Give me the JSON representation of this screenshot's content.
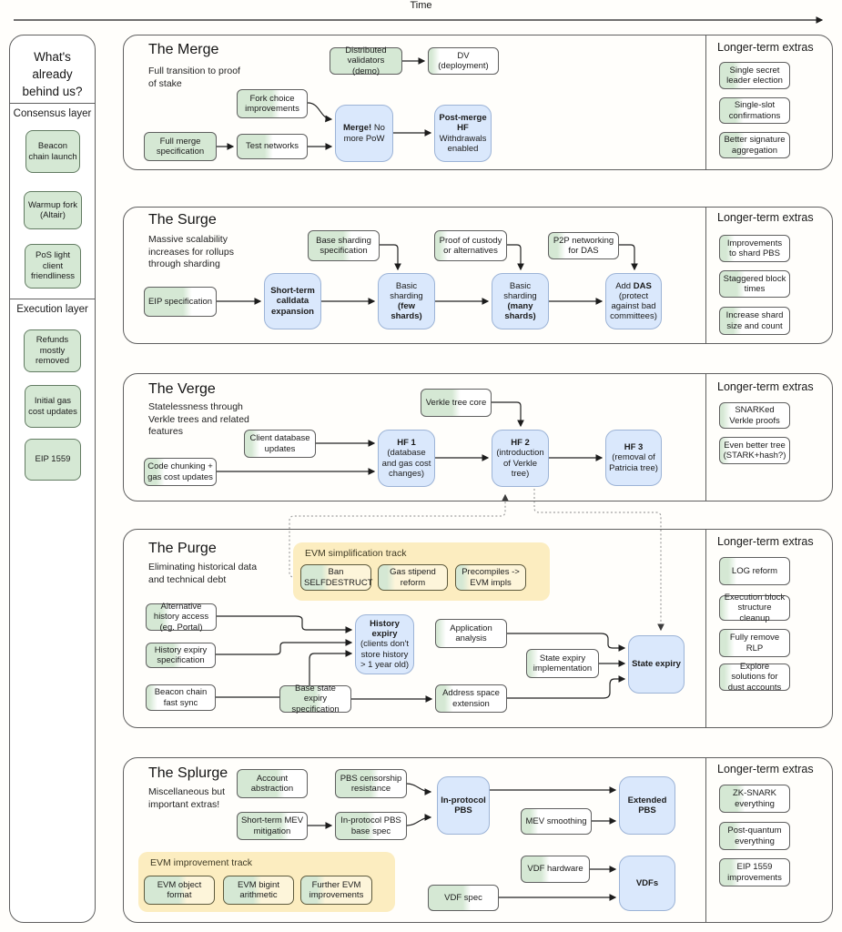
{
  "time_label": "Time",
  "colors": {
    "done_green": "#d5e8d4",
    "milestone_blue": "#dae8fc",
    "track_yellow": "#fcedc0",
    "track_item_yellow": "#fdf5da",
    "line_gray": "#5f5f5f"
  },
  "sidebar": {
    "title": "What's already behind us?",
    "groups": [
      {
        "label": "Consensus layer",
        "items": [
          "Beacon chain launch",
          "Warmup fork (Altair)",
          "PoS light client friendliness"
        ]
      },
      {
        "label": "Execution layer",
        "items": [
          "Refunds mostly removed",
          "Initial gas cost updates",
          "EIP 1559"
        ]
      }
    ]
  },
  "sections": [
    {
      "id": "merge",
      "title": "The Merge",
      "subtitle": "Full transition to proof of stake",
      "extras_title": "Longer-term extras",
      "extras": [
        {
          "label": "Single secret leader election",
          "progress": 25
        },
        {
          "label": "Single-slot confirmations",
          "progress": 28
        },
        {
          "label": "Better signature aggregation",
          "progress": 30
        }
      ],
      "tracks": [],
      "nodes": [
        {
          "id": "dv_demo",
          "label": "Distributed validators (demo)",
          "progress": 100,
          "kind": "task"
        },
        {
          "id": "dv_deploy",
          "label": "DV (deployment)",
          "progress": 10,
          "kind": "task"
        },
        {
          "id": "fork_choice",
          "label": "Fork choice improvements",
          "progress": 55,
          "kind": "task"
        },
        {
          "id": "full_merge_spec",
          "label": "Full merge specification",
          "progress": 100,
          "kind": "task"
        },
        {
          "id": "test_networks",
          "label": "Test networks",
          "progress": 45,
          "kind": "task"
        },
        {
          "id": "merge_box",
          "strong": "Merge!",
          "post": "No more PoW",
          "kind": "milestone"
        },
        {
          "id": "postmerge_hf",
          "strong": "Post-merge HF",
          "post": "Withdrawals enabled",
          "kind": "milestone"
        }
      ]
    },
    {
      "id": "surge",
      "title": "The Surge",
      "subtitle": "Massive scalability increases for rollups through sharding",
      "extras_title": "Longer-term extras",
      "extras": [
        {
          "label": "Improvements to shard PBS",
          "progress": 15
        },
        {
          "label": "Staggered block times",
          "progress": 30
        },
        {
          "label": "Increase shard size and count",
          "progress": 25
        }
      ],
      "tracks": [],
      "nodes": [
        {
          "id": "eip_spec",
          "label": "EIP specification",
          "progress": 60,
          "kind": "task"
        },
        {
          "id": "shortterm_calldata",
          "strong": "Short-term calldata expansion",
          "kind": "milestone"
        },
        {
          "id": "base_sharding_spec",
          "label": "Base sharding specification",
          "progress": 55,
          "kind": "task"
        },
        {
          "id": "basic_few",
          "label": "Basic sharding",
          "strong": "(few shards)",
          "kind": "milestone"
        },
        {
          "id": "proof_custody",
          "label": "Proof of custody or alternatives",
          "progress": 12,
          "kind": "task"
        },
        {
          "id": "basic_many",
          "label": "Basic sharding",
          "strong": "(many shards)",
          "kind": "milestone"
        },
        {
          "id": "p2p_das",
          "label": "P2P networking for DAS",
          "progress": 18,
          "kind": "task"
        },
        {
          "id": "add_das",
          "label": "Add",
          "strong": "DAS",
          "post": "(protect against bad committees)",
          "kind": "milestone"
        }
      ]
    },
    {
      "id": "verge",
      "title": "The Verge",
      "subtitle": "Statelessness through Verkle trees and related features",
      "extras_title": "Longer-term extras",
      "extras": [
        {
          "label": "SNARKed Verkle proofs",
          "progress": 10
        },
        {
          "label": "Even better tree (STARK+hash?)",
          "progress": 8
        }
      ],
      "tracks": [],
      "nodes": [
        {
          "id": "verkle_core",
          "label": "Verkle tree core",
          "progress": 50,
          "kind": "task"
        },
        {
          "id": "client_db",
          "label": "Client database updates",
          "progress": 15,
          "kind": "task"
        },
        {
          "id": "code_chunking",
          "label": "Code chunking + gas cost updates",
          "progress": 22,
          "kind": "task"
        },
        {
          "id": "hf1",
          "strong": "HF 1",
          "post": "(database and gas cost changes)",
          "kind": "milestone"
        },
        {
          "id": "hf2",
          "strong": "HF 2",
          "post": "(introduction of Verkle tree)",
          "kind": "milestone"
        },
        {
          "id": "hf3",
          "strong": "HF 3",
          "post": "(removal of Patricia tree)",
          "kind": "milestone"
        }
      ]
    },
    {
      "id": "purge",
      "title": "The Purge",
      "subtitle": "Eliminating historical data and technical debt",
      "extras_title": "Longer-term extras",
      "extras": [
        {
          "label": "LOG reform",
          "progress": 18
        },
        {
          "label": "Execution block structure cleanup",
          "progress": 8
        },
        {
          "label": "Fully remove RLP",
          "progress": 15
        },
        {
          "label": "Explore solutions for dust accounts",
          "progress": 12
        }
      ],
      "tracks": [
        {
          "label": "EVM simplification track"
        }
      ],
      "nodes": [
        {
          "id": "ban_selfdestruct",
          "label": "Ban SELFDESTRUCT",
          "progress": 35,
          "kind": "track"
        },
        {
          "id": "gas_stipend",
          "label": "Gas stipend reform",
          "progress": 18,
          "kind": "track"
        },
        {
          "id": "precompiles",
          "label": "Precompiles -> EVM impls",
          "progress": 15,
          "kind": "track"
        },
        {
          "id": "alt_history",
          "label": "Alternative history access (eg. Portal)",
          "progress": 28,
          "kind": "task"
        },
        {
          "id": "history_expiry_spec",
          "label": "History expiry specification",
          "progress": 45,
          "kind": "task"
        },
        {
          "id": "beacon_fast_sync",
          "label": "Beacon chain fast sync",
          "progress": 10,
          "kind": "task"
        },
        {
          "id": "history_expiry",
          "strong": "History expiry",
          "post": "(clients don't store history > 1 year old)",
          "kind": "milestone"
        },
        {
          "id": "base_state_spec",
          "label": "Base state expiry specification",
          "progress": 55,
          "kind": "task"
        },
        {
          "id": "app_analysis",
          "label": "Application analysis",
          "progress": 8,
          "kind": "task"
        },
        {
          "id": "state_expiry_impl",
          "label": "State expiry implementation",
          "progress": 10,
          "kind": "task"
        },
        {
          "id": "address_space",
          "label": "Address space extension",
          "progress": 18,
          "kind": "task"
        },
        {
          "id": "state_expiry",
          "strong": "State expiry",
          "kind": "milestone"
        }
      ]
    },
    {
      "id": "splurge",
      "title": "The Splurge",
      "subtitle": "Miscellaneous but important extras!",
      "extras_title": "Longer-term extras",
      "extras": [
        {
          "label": "ZK-SNARK everything",
          "progress": 30
        },
        {
          "label": "Post-quantum everything",
          "progress": 25
        },
        {
          "label": "EIP 1559 improvements",
          "progress": 22
        }
      ],
      "tracks": [
        {
          "label": "EVM improvement track"
        }
      ],
      "nodes": [
        {
          "id": "account_abs",
          "label": "Account abstraction",
          "progress": 62,
          "kind": "task"
        },
        {
          "id": "pbs_censorship",
          "label": "PBS censorship resistance",
          "progress": 55,
          "kind": "task"
        },
        {
          "id": "shortterm_mev",
          "label": "Short-term MEV mitigation",
          "progress": 68,
          "kind": "task"
        },
        {
          "id": "inprotocol_base",
          "label": "In-protocol PBS base spec",
          "progress": 50,
          "kind": "task"
        },
        {
          "id": "inprotocol_pbs",
          "strong": "In-protocol PBS",
          "kind": "milestone"
        },
        {
          "id": "evm_object",
          "label": "EVM object format",
          "progress": 55,
          "kind": "track"
        },
        {
          "id": "evm_bigint",
          "label": "EVM bigint arithmetic",
          "progress": 48,
          "kind": "track"
        },
        {
          "id": "further_evm",
          "label": "Further EVM improvements",
          "progress": 28,
          "kind": "track"
        },
        {
          "id": "mev_smoothing",
          "label": "MEV smoothing",
          "progress": 18,
          "kind": "task"
        },
        {
          "id": "extended_pbs",
          "strong": "Extended PBS",
          "kind": "milestone"
        },
        {
          "id": "vdf_hardware",
          "label": "VDF hardware",
          "progress": 35,
          "kind": "task"
        },
        {
          "id": "vdf_spec",
          "label": "VDF spec",
          "progress": 55,
          "kind": "task"
        },
        {
          "id": "vdfs",
          "strong": "VDFs",
          "kind": "milestone"
        }
      ]
    }
  ]
}
